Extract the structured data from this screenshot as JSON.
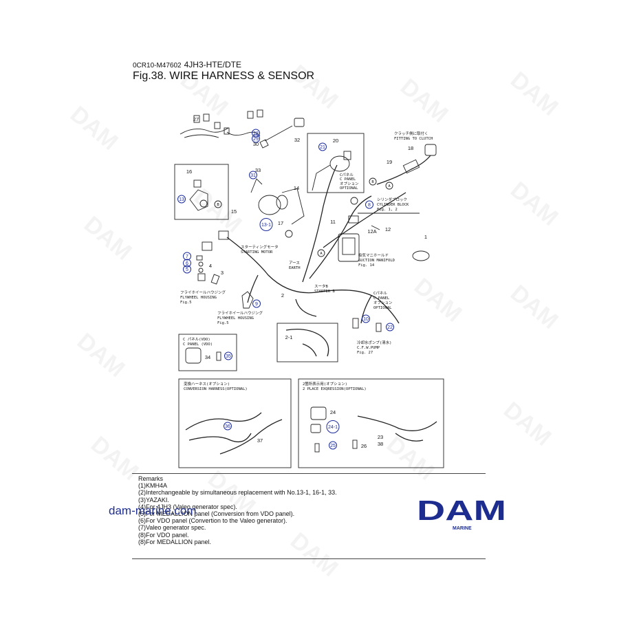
{
  "header": {
    "code": "0CR10-M47602",
    "model": "4JH3-HTE/DTE",
    "title": "Fig.38.  WIRE HARNESS & SENSOR"
  },
  "diagram": {
    "numbers": [
      "27",
      "28",
      "29",
      "30",
      "32",
      "20",
      "21",
      "18",
      "19",
      "16",
      "33",
      "31",
      "14",
      "15",
      "13",
      "17",
      "13-1",
      "8",
      "11",
      "12",
      "12A",
      "1",
      "7",
      "6",
      "5",
      "4",
      "3",
      "2",
      "10",
      "22",
      "2-1",
      "9",
      "34",
      "35",
      "36",
      "37",
      "24",
      "24-1",
      "25",
      "26",
      "23",
      "38"
    ],
    "notes": {
      "fitting_jp": "クラッチ側に取付く",
      "fitting_en": "FITTING TO CLUTCH",
      "cpanel_jp": "Cパネル",
      "cpanel_en": "C PANEL",
      "option_jp": "オプション",
      "option_en": "OPTIONAL",
      "cyl_jp": "シリンダブロック",
      "cyl_en": "CYLINDER BLOCK",
      "cyl_fig": "Fig. 1, 2",
      "starter_jp": "スターティングモータ",
      "starter_en": "STARTING MOTOR",
      "suction_jp": "吸気マニホールド",
      "suction_en": "SUCTION MANIFOLD",
      "suction_fig": "Fig. 14",
      "earth_jp": "アース",
      "earth_en": "EARTH",
      "starterb_jp": "スータB",
      "starterb_en": "STARTER B",
      "flywheel_jp": "フライホイールハウジング",
      "flywheel_en": "FLYWHEEL HOUSING",
      "flywheel_fig": "Fig.5",
      "pump_jp": "冷却水ポンプ(清水)",
      "pump_en": "C.F.W.PUMP",
      "pump_fig": "Fig. 27",
      "vdo_jp": "C パネル(VDO)",
      "vdo_en": "C PANEL (VDO)",
      "conv_jp": "変換ハーネス(オプション)",
      "conv_en": "CONVERSION HARNESS(OPTIONAL)",
      "place_jp": "2箇所表示用(オプション)",
      "place_en": "2 PLACE EXQRESSION(OPTIONAL)",
      "tag_a": "A",
      "tag_b": "B"
    }
  },
  "remarks": {
    "heading": "Remarks",
    "items": [
      "(1)KMH4A",
      "(2)Interchangeable by simultaneous replacement with No.13-1, 16-1, 33.",
      "(3)YAZAKI.",
      "(4)For 4JH3 (Valeo generator spec).",
      "(5)For MEDALLION panel (Conversion from VDO panel).",
      "(6)For VDO panel (Convertion to the Valeo generator).",
      "(7)Valeo generator spec.",
      "(8)For VDO panel.",
      "(8)For MEDALLION panel."
    ]
  },
  "watermark": {
    "site": "dam-marine.com",
    "logo": "DAM",
    "logo_sub": "MARINE",
    "tile": "DAM"
  },
  "colors": {
    "brand": "#1c2d8f",
    "callout": "#1a2a9c"
  }
}
